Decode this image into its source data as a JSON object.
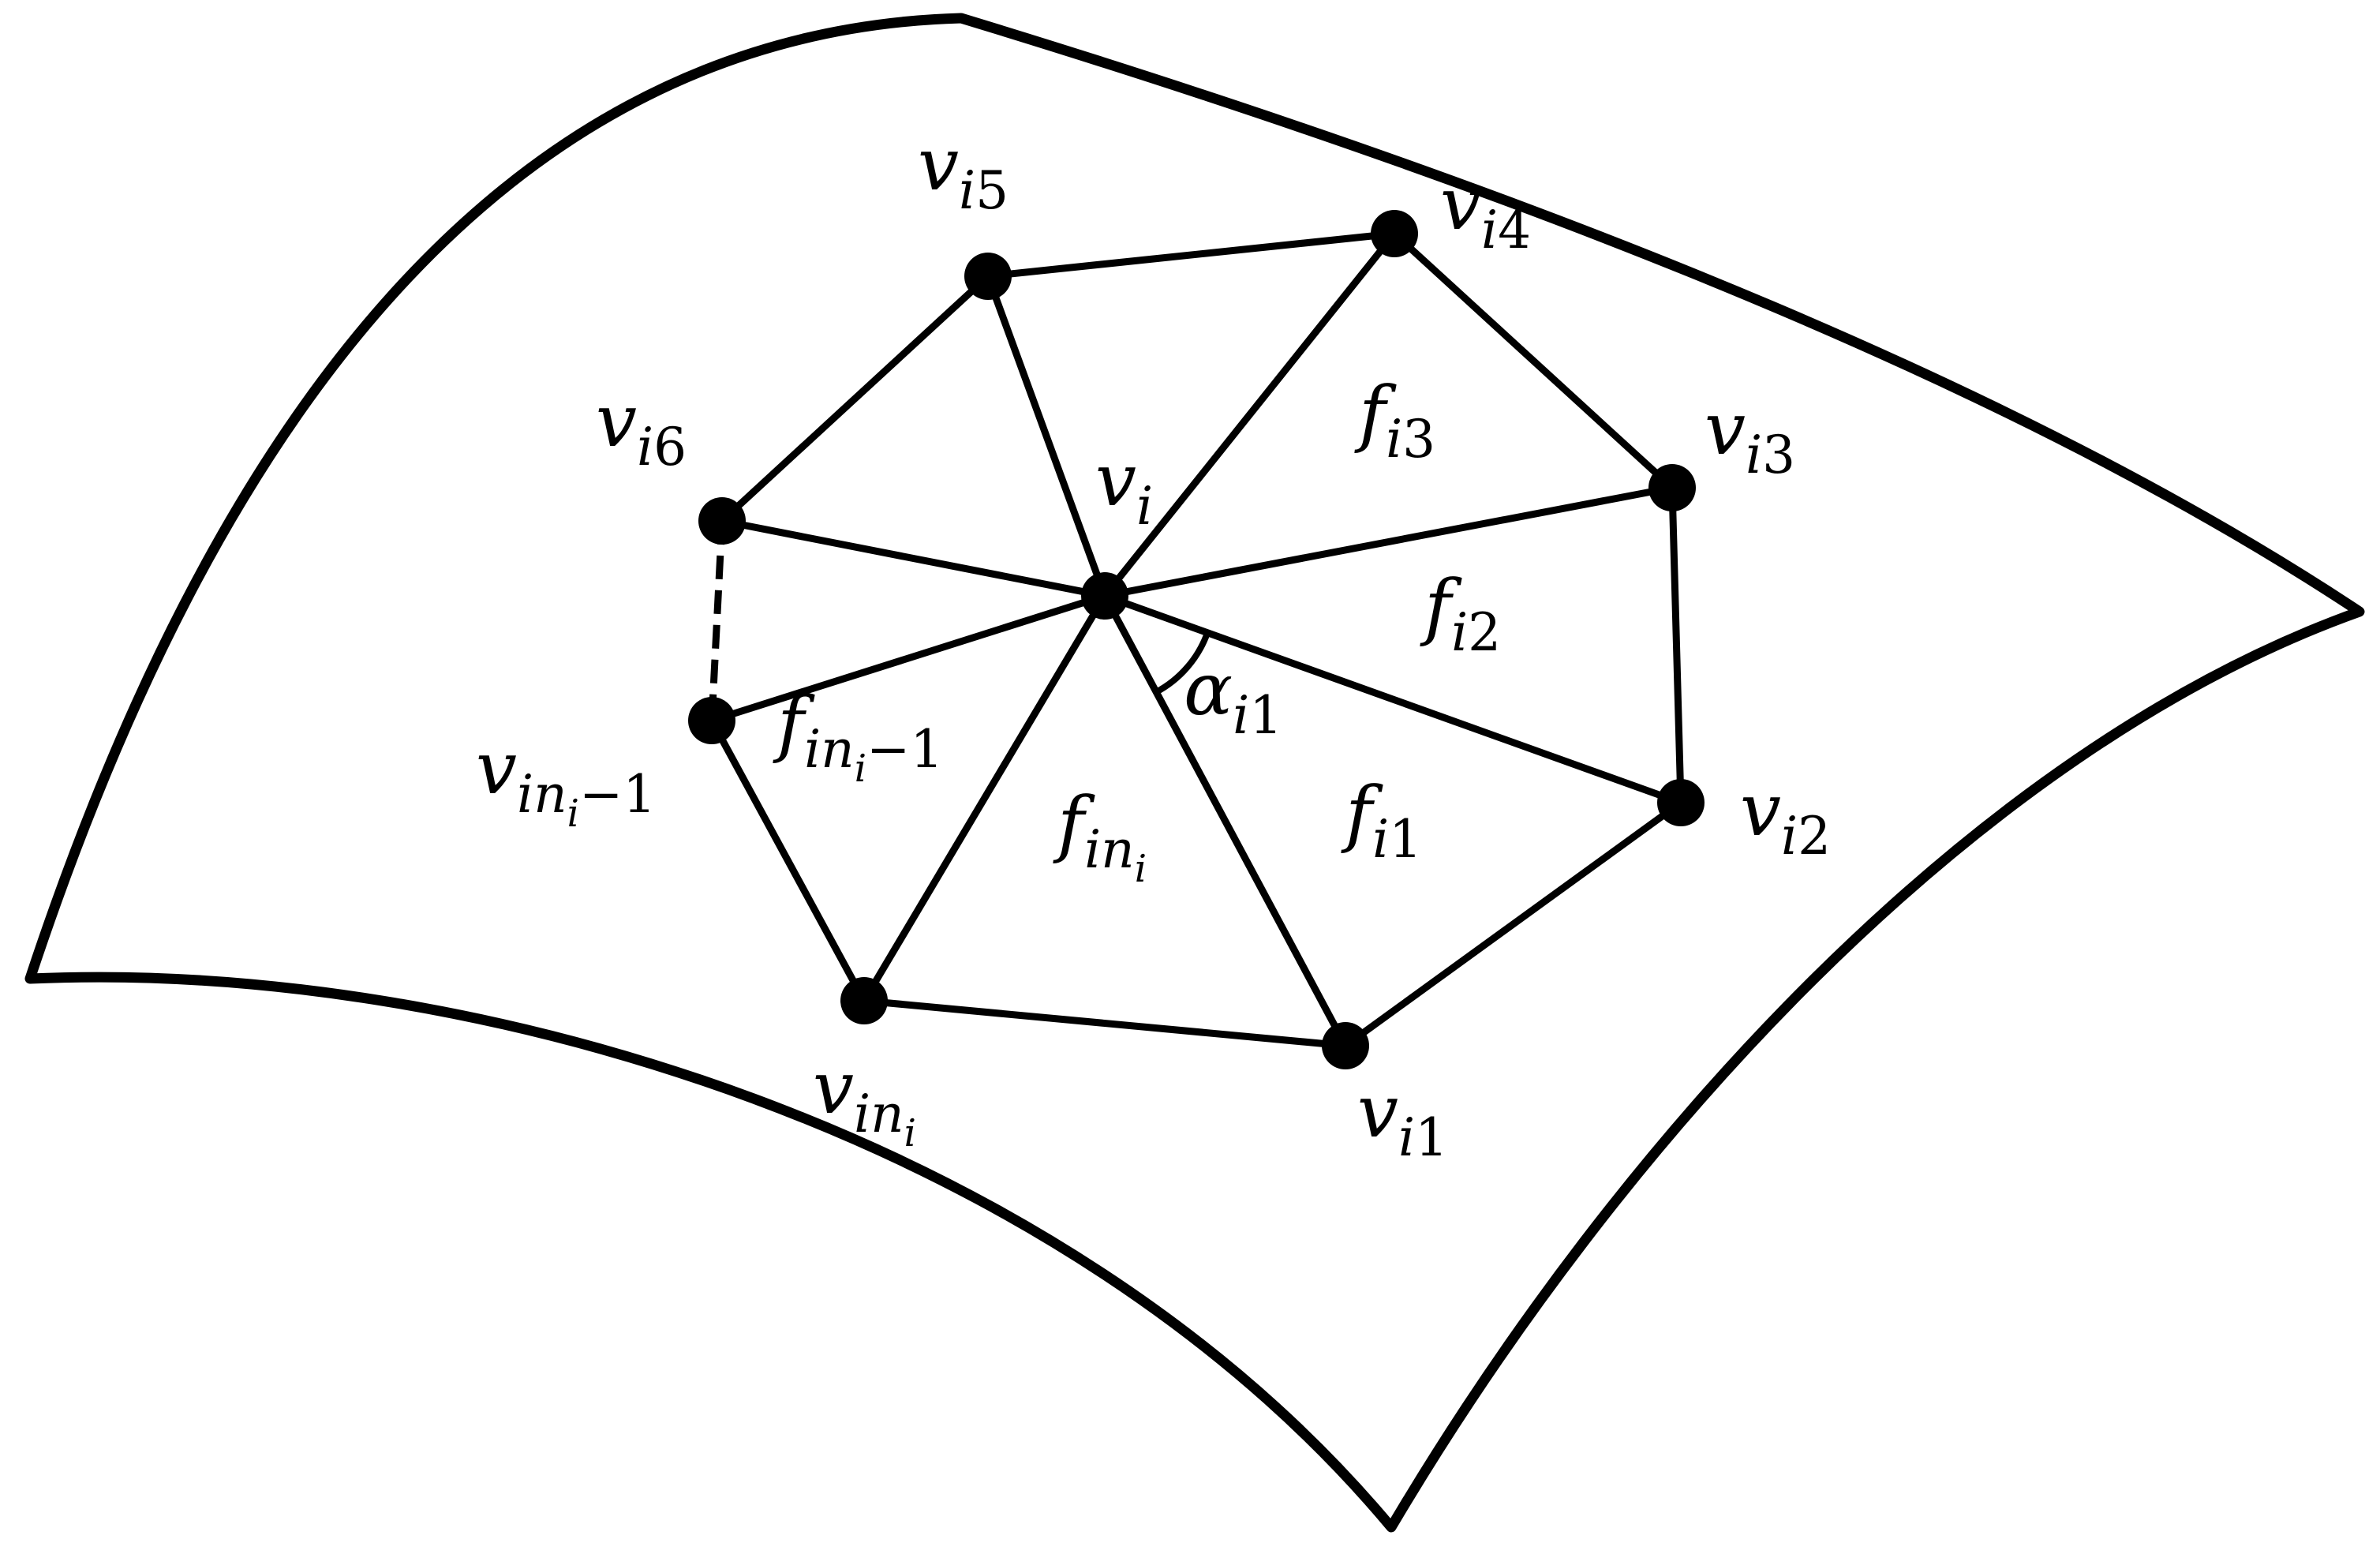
{
  "colors": {
    "stroke": "#000000",
    "background": "#ffffff",
    "vertex_fill": "#000000"
  },
  "center_vertex": {
    "base": "v",
    "sub": "i"
  },
  "vertices": [
    {
      "id": "vi1",
      "base": "v",
      "sub": "i",
      "tail": "1"
    },
    {
      "id": "vi2",
      "base": "v",
      "sub": "i",
      "tail": "2"
    },
    {
      "id": "vi3",
      "base": "v",
      "sub": "i",
      "tail": "3"
    },
    {
      "id": "vi4",
      "base": "v",
      "sub": "i",
      "tail": "4"
    },
    {
      "id": "vi5",
      "base": "v",
      "sub": "i",
      "tail": "5"
    },
    {
      "id": "vi6",
      "base": "v",
      "sub": "i",
      "tail": "6"
    },
    {
      "id": "vini-1",
      "base": "v",
      "sub": "in",
      "subsub": "i",
      "tail": "−1"
    },
    {
      "id": "vini",
      "base": "v",
      "sub": "in",
      "subsub": "i"
    }
  ],
  "faces": [
    {
      "id": "fi1",
      "base": "f",
      "sub": "i",
      "tail": "1"
    },
    {
      "id": "fi2",
      "base": "f",
      "sub": "i",
      "tail": "2"
    },
    {
      "id": "fi3",
      "base": "f",
      "sub": "i",
      "tail": "3"
    },
    {
      "id": "fini",
      "base": "f",
      "sub": "in",
      "subsub": "i"
    },
    {
      "id": "fini-1",
      "base": "f",
      "sub": "in",
      "subsub": "i",
      "tail": "−1"
    }
  ],
  "angle": {
    "base": "α",
    "sub": "i",
    "tail": "1"
  }
}
